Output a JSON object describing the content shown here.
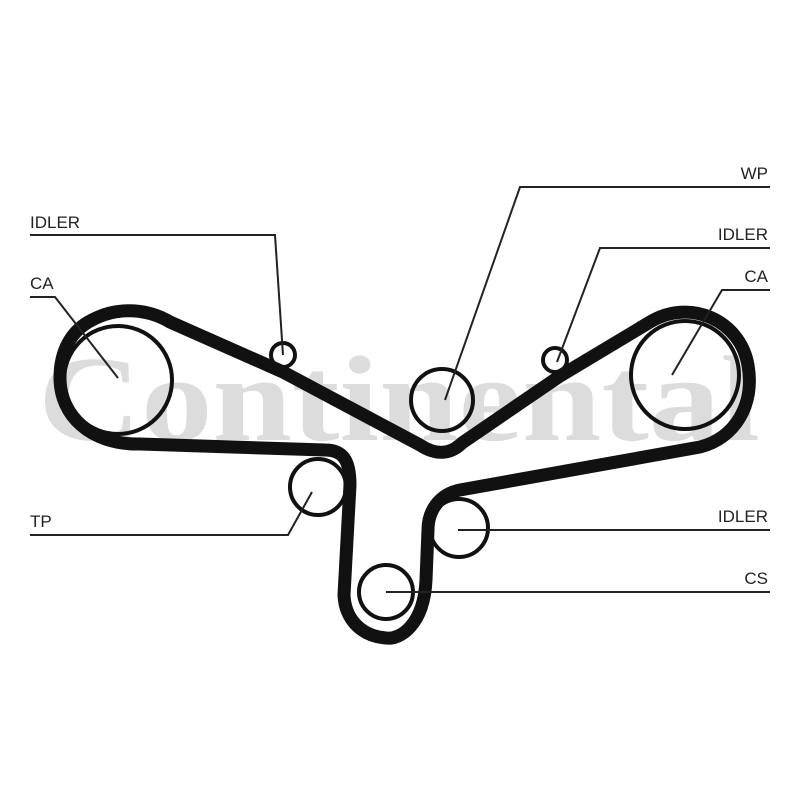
{
  "watermark": "Continental",
  "labels": {
    "idler_top_left": "IDLER",
    "ca_left": "CA",
    "tp": "TP",
    "wp": "WP",
    "idler_top_right": "IDLER",
    "ca_right": "CA",
    "idler_lower_right": "IDLER",
    "cs": "CS"
  },
  "colors": {
    "belt": "#111111",
    "watermark": "#dcdcdc"
  }
}
